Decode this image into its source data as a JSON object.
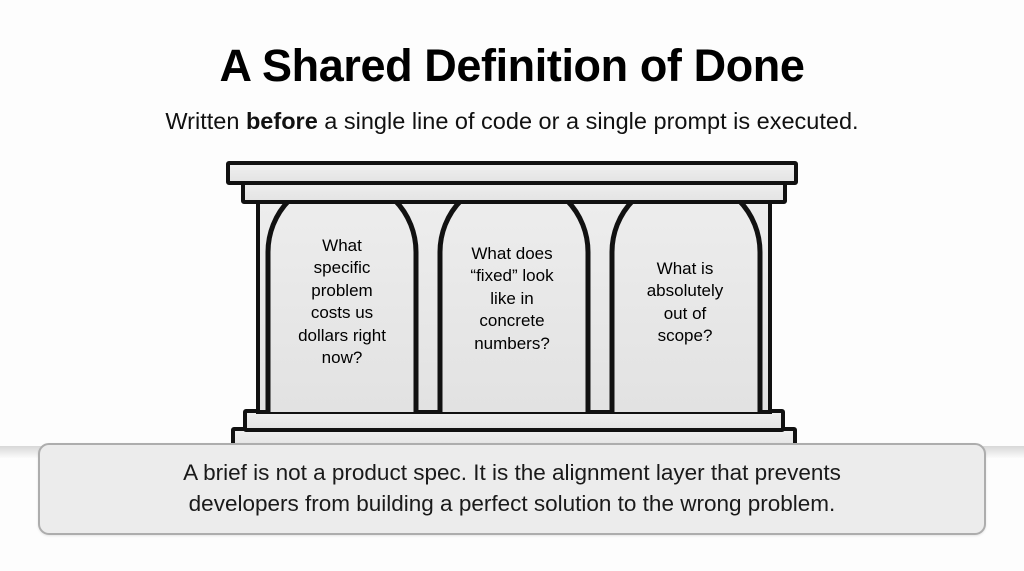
{
  "slide": {
    "title": "A Shared Definition of Done",
    "subtitle": {
      "before_text": "Written ",
      "emphasis": "before",
      "after_text": " a single line of code or a single prompt is executed."
    },
    "background_color": "#fdfdfd"
  },
  "temple": {
    "name": "three-pillar-temple",
    "stone_fill": "#e4e4e4",
    "stone_fill_light": "#ededed",
    "outline_color": "#111111",
    "cornice_label": "cornice",
    "architrave_label": "architrave",
    "base_step_label": "base-step",
    "plinth_label": "plinth",
    "pillars": [
      {
        "id": "pillar-1",
        "text": "What\nspecific\nproblem\ncosts us\ndollars right\nnow?"
      },
      {
        "id": "pillar-2",
        "text": "What does\n“fixed” look\nlike in\nconcrete\nnumbers?"
      },
      {
        "id": "pillar-3",
        "text": "What is\nabsolutely\nout of\nscope?"
      }
    ]
  },
  "caption": {
    "text": "A brief is not a product spec. It is the alignment layer that prevents\ndevelopers from building a perfect solution to the wrong problem.",
    "background_color": "#ececec",
    "border_color": "#adadad"
  }
}
